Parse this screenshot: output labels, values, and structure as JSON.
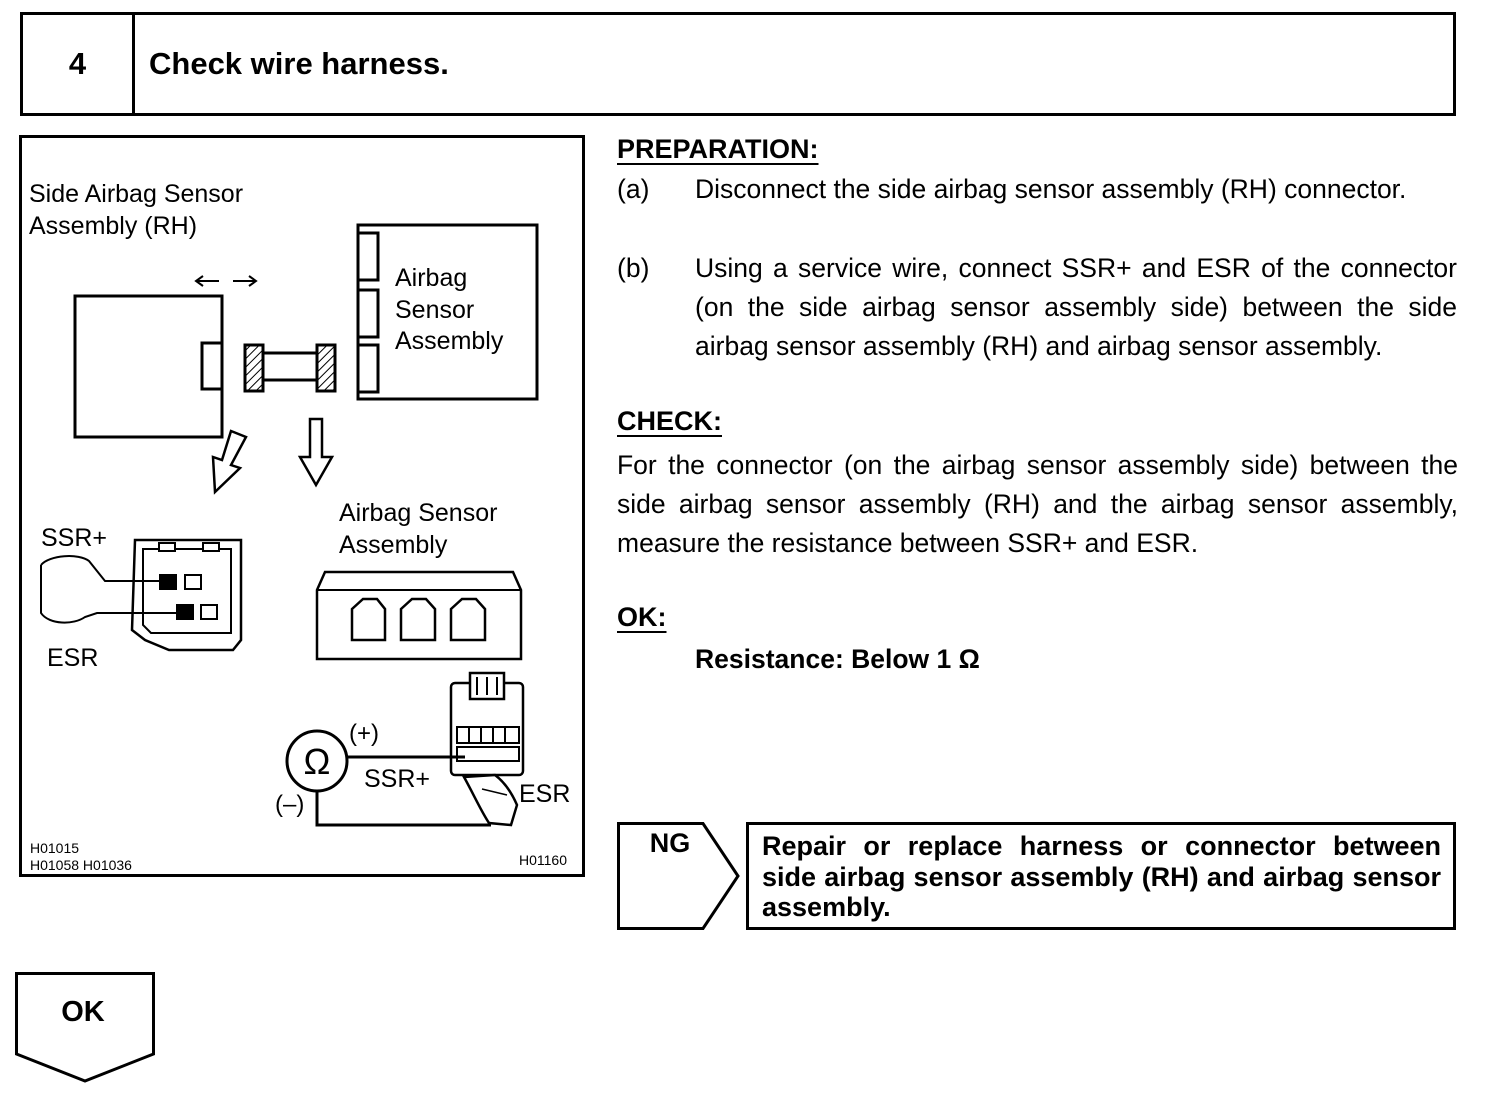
{
  "step": {
    "number": "4",
    "title": "Check wire harness."
  },
  "figure": {
    "label_side_sensor": [
      "Side Airbag Sensor",
      "Assembly (RH)"
    ],
    "label_airbag_box": [
      "Airbag",
      "Sensor",
      "Assembly"
    ],
    "label_airbag_lower": [
      "Airbag Sensor",
      "Assembly"
    ],
    "label_ssr_plus": "SSR+",
    "label_esr": "ESR",
    "label_meter_plus": "(+)",
    "label_meter_minus": "(–)",
    "label_meter_ssr": "SSR+",
    "label_meter_esr": "ESR",
    "codes_left": [
      "H01015",
      "H01058 H01036"
    ],
    "code_right": "H01160",
    "meter_icon": "ohmmeter-icon"
  },
  "preparation": {
    "heading": "PREPARATION:",
    "steps": [
      {
        "label": "(a)",
        "text": "Disconnect the side airbag sensor assembly (RH) connector."
      },
      {
        "label": "(b)",
        "text": "Using a service wire, connect SSR+ and ESR of the connector (on the side airbag sensor assembly side) between the side airbag sensor assembly (RH) and airbag sensor assembly."
      }
    ]
  },
  "check": {
    "heading": "CHECK:",
    "text": "For the connector (on the airbag sensor assembly side) between the side airbag sensor assembly (RH) and the airbag sensor assembly, measure the resistance between SSR+ and ESR."
  },
  "ok": {
    "heading": "OK:",
    "spec": "Resistance: Below 1 Ω"
  },
  "ng_flow": {
    "label": "NG",
    "action": "Repair or replace harness or connector between side airbag sensor assembly (RH) and airbag sensor assembly."
  },
  "ok_flow": {
    "label": "OK"
  }
}
